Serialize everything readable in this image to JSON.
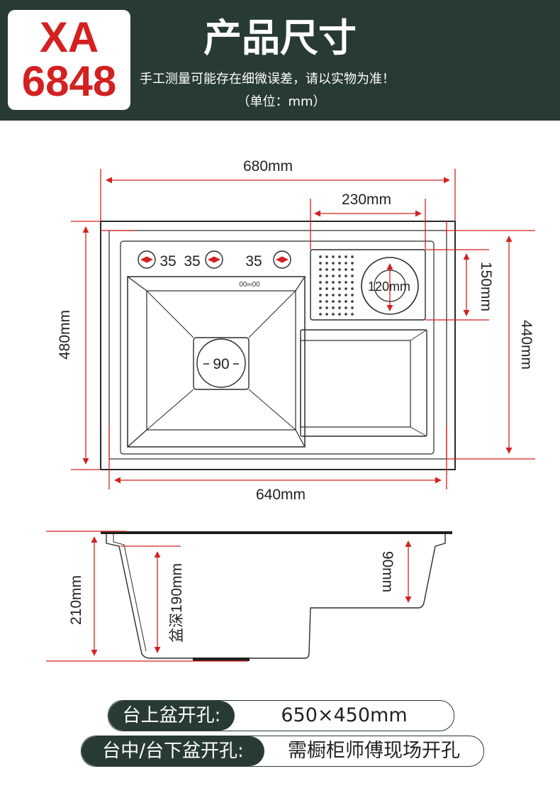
{
  "model": {
    "line1": "XA",
    "line2": "6848"
  },
  "header": {
    "title": "产品尺寸",
    "note": "手工测量可能存在细微误差，请以实物为准！",
    "unit": "（单位：mm）"
  },
  "top_view": {
    "overall_width": "680mm",
    "basin_width": "640mm",
    "overall_height": "480mm",
    "basin_height": "440mm",
    "drainboard_width": "230mm",
    "drainboard_height": "150mm",
    "rinser_diameter": "120mm",
    "drain_diameter": "90",
    "hole_spacing_1": "35",
    "hole_spacing_2": "35",
    "hole_spacing_3": "35",
    "control_label": "00∞00"
  },
  "side_view": {
    "total_height": "210mm",
    "basin_depth": "盆深190mm",
    "step_depth": "90mm"
  },
  "cutouts": [
    {
      "label": "台上盆开孔:",
      "value": "650×450mm"
    },
    {
      "label": "台中/台下盆开孔:",
      "value": "需橱柜师傅现场开孔"
    }
  ],
  "colors": {
    "header_bg": "#283a35",
    "model_red": "#d42020",
    "dimension_red": "#d42020"
  }
}
